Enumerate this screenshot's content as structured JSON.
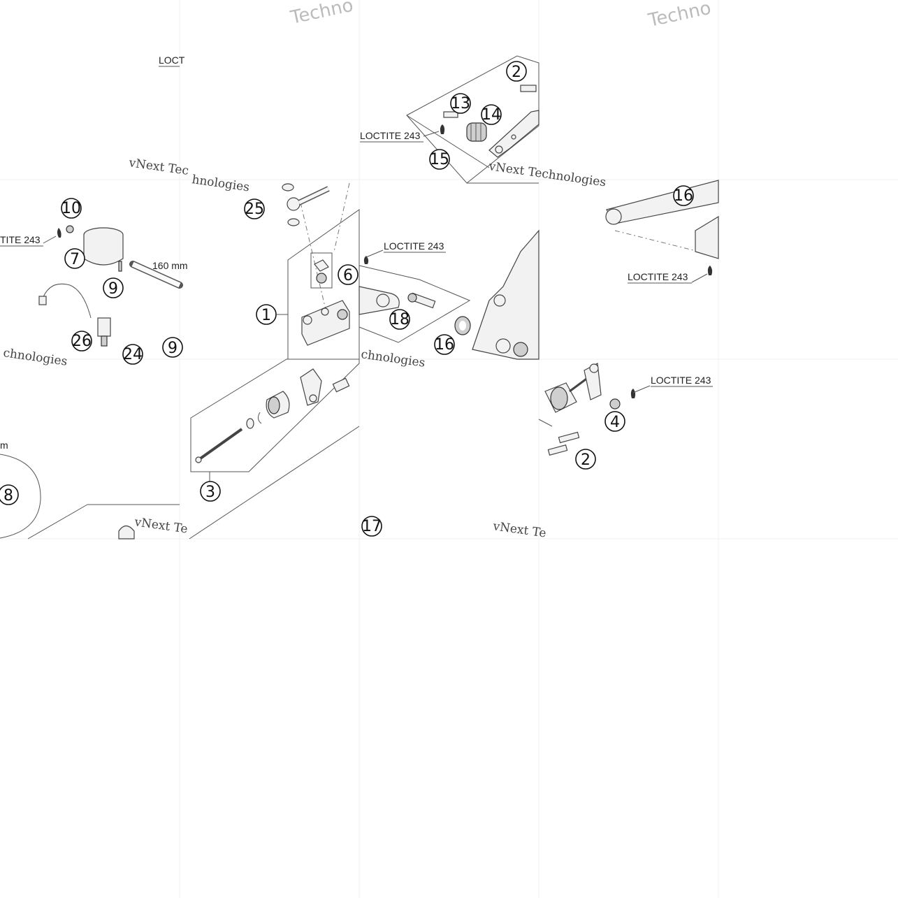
{
  "callouts": [
    {
      "id": "c2a",
      "text": "2"
    },
    {
      "id": "c13",
      "text": "13"
    },
    {
      "id": "c14",
      "text": "14"
    },
    {
      "id": "c15",
      "text": "15"
    },
    {
      "id": "c10",
      "text": "10"
    },
    {
      "id": "c7",
      "text": "7"
    },
    {
      "id": "c9a",
      "text": "9"
    },
    {
      "id": "c26",
      "text": "26"
    },
    {
      "id": "c24",
      "text": "24"
    },
    {
      "id": "c9b",
      "text": "9"
    },
    {
      "id": "c25",
      "text": "25"
    },
    {
      "id": "c1",
      "text": "1"
    },
    {
      "id": "c6",
      "text": "6"
    },
    {
      "id": "c18",
      "text": "18"
    },
    {
      "id": "c16a",
      "text": "16"
    },
    {
      "id": "c16b",
      "text": "16"
    },
    {
      "id": "c3",
      "text": "3"
    },
    {
      "id": "c8",
      "text": "8"
    },
    {
      "id": "c17",
      "text": "17"
    },
    {
      "id": "c4",
      "text": "4"
    },
    {
      "id": "c2b",
      "text": "2"
    }
  ],
  "labels": {
    "loctite_top_partial": "LOCT",
    "loctite_upper": "LOCTITE 243",
    "loctite_left_partial": "TITE 243",
    "loctite_mid": "LOCTITE 243",
    "loctite_right": "LOCTITE 243",
    "loctite_lower_right": "LOCTITE 243",
    "hose_length": "160 mm",
    "mm_fragment": "m"
  },
  "watermarks": {
    "techno_a": "Techno",
    "techno_b": "Techno",
    "vnext_a": "vNext Tec",
    "vnext_b": "vNext Technologies",
    "vnext_c": "vNext Te",
    "vnext_d": "vNext Te",
    "technologies_a": "chnologies",
    "technologies_b": "hnologies",
    "technologies_c": "chnologies"
  }
}
